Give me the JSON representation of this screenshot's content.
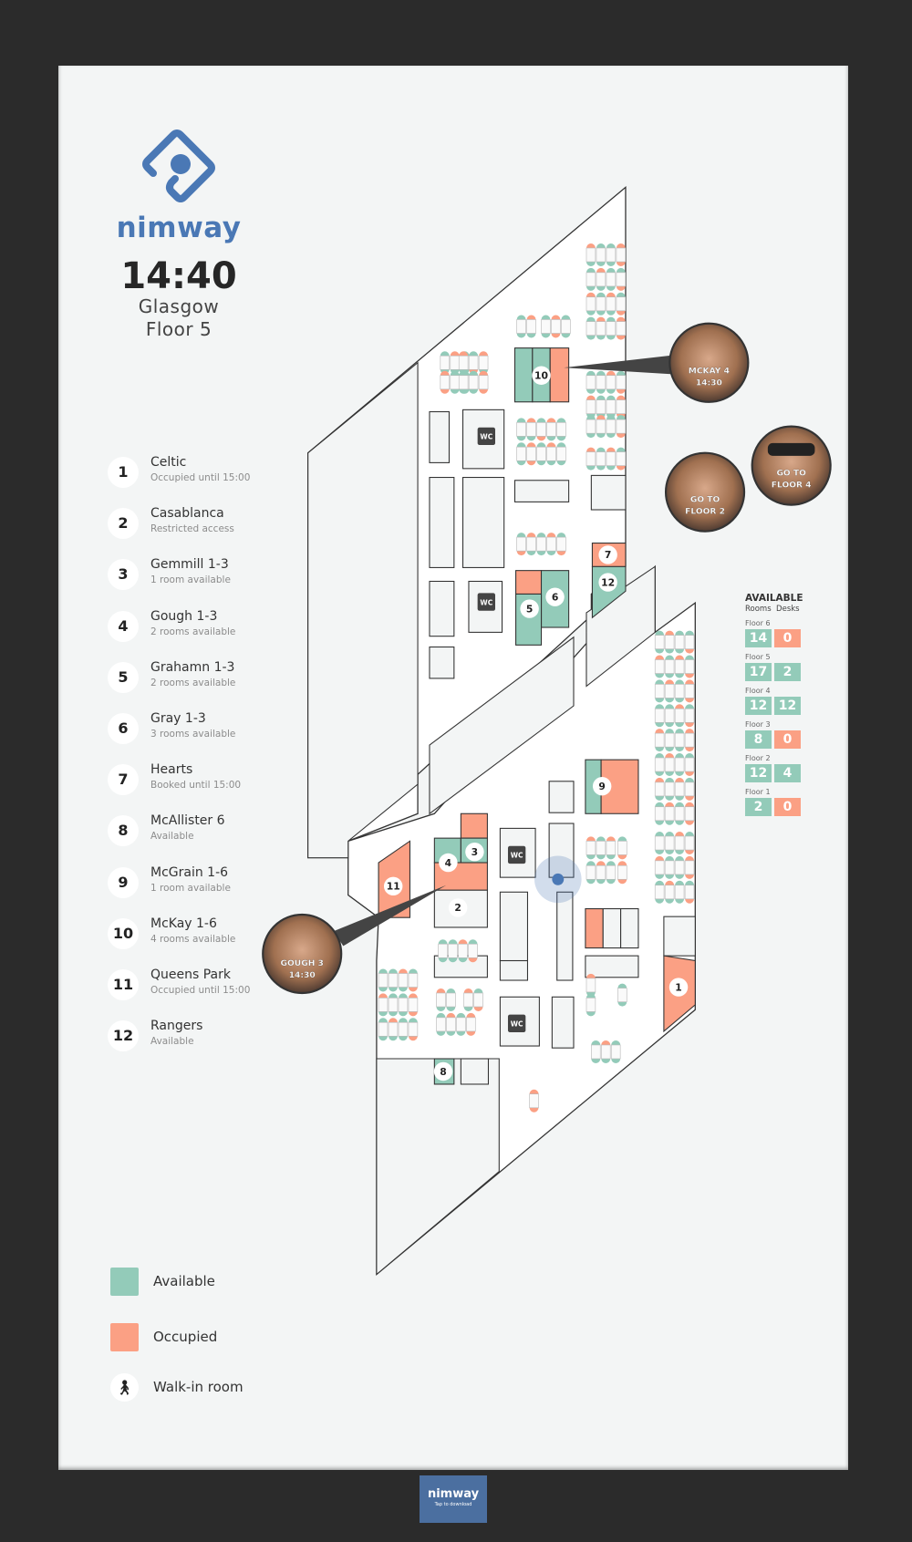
{
  "brand": {
    "name": "nimway",
    "accent": "#4a78b5"
  },
  "header": {
    "time": "14:40",
    "city": "Glasgow",
    "floor": "Floor 5"
  },
  "rooms": [
    {
      "num": "1",
      "name": "Celtic",
      "status": "Occupied until 15:00"
    },
    {
      "num": "2",
      "name": "Casablanca",
      "status": "Restricted access"
    },
    {
      "num": "3",
      "name": "Gemmill 1-3",
      "status": "1 room available"
    },
    {
      "num": "4",
      "name": "Gough 1-3",
      "status": "2 rooms available"
    },
    {
      "num": "5",
      "name": "Grahamn 1-3",
      "status": "2 rooms available"
    },
    {
      "num": "6",
      "name": "Gray 1-3",
      "status": "3 rooms available"
    },
    {
      "num": "7",
      "name": "Hearts",
      "status": "Booked until 15:00"
    },
    {
      "num": "8",
      "name": "McAllister 6",
      "status": "Available"
    },
    {
      "num": "9",
      "name": "McGrain 1-6",
      "status": "1 room available"
    },
    {
      "num": "10",
      "name": "McKay 1-6",
      "status": "4 rooms available"
    },
    {
      "num": "11",
      "name": "Queens Park",
      "status": "Occupied until 15:00"
    },
    {
      "num": "12",
      "name": "Rangers",
      "status": "Available"
    }
  ],
  "availability": {
    "title": "AVAILABLE",
    "rooms_label": "Rooms",
    "desks_label": "Desks",
    "floors": [
      {
        "label": "Floor 6",
        "rooms": "14",
        "desks": "0"
      },
      {
        "label": "Floor 5",
        "rooms": "17",
        "desks": "2"
      },
      {
        "label": "Floor 4",
        "rooms": "12",
        "desks": "12"
      },
      {
        "label": "Floor 3",
        "rooms": "8",
        "desks": "0"
      },
      {
        "label": "Floor 2",
        "rooms": "12",
        "desks": "4"
      },
      {
        "label": "Floor 1",
        "rooms": "2",
        "desks": "0"
      }
    ]
  },
  "legend": {
    "available": "Available",
    "occupied": "Occupied",
    "walkin": "Walk-in room",
    "colors": {
      "available": "#93cbb9",
      "occupied": "#fba084"
    }
  },
  "map": {
    "wc": "WC",
    "avatars": {
      "mckay": [
        "MCKAY 4",
        "14:30"
      ],
      "floor4": [
        "GO TO",
        "FLOOR 4"
      ],
      "floor2": [
        "GO TO",
        "FLOOR 2"
      ],
      "gough": [
        "GOUGH 3",
        "14:30"
      ]
    }
  },
  "download": {
    "title": "nimway",
    "subtitle": "Tap to download"
  }
}
